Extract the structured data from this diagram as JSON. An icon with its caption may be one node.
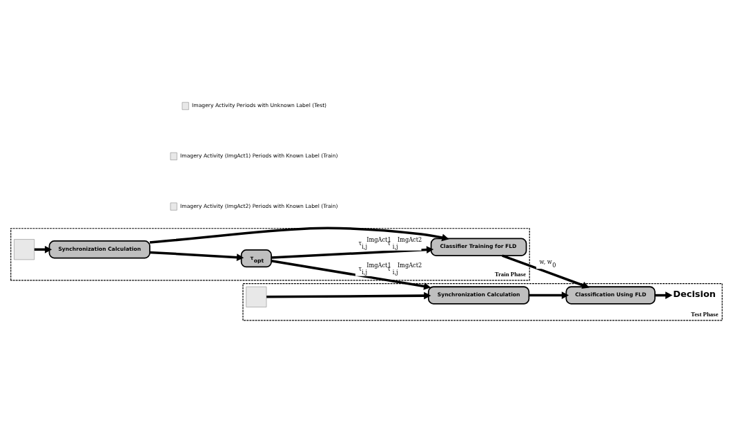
{
  "diagram": {
    "nodes": [
      {
        "text": [
          "Train Phase"
        ]
      },
      {
        "text": [],
        "shape": "box",
        "in": 0
      },
      {
        "text": [
          "Synchronization Calculation"
        ],
        "in": 0
      },
      {
        "text": [
          "τ$_{opt}$"
        ],
        "in": 0
      },
      {
        "text": [
          "Classifier Training for FLD"
        ],
        "in": 0
      },
      {
        "text": [
          "Test Phase"
        ]
      },
      {
        "text": [],
        "shape": "box",
        "in": 5
      },
      {
        "text": [
          "Synchronization Calculation"
        ],
        "in": 5
      },
      {
        "text": [
          "Classification Using FLD"
        ],
        "in": 5
      },
      {
        "text": [
          "Decision"
        ],
        "in": 5
      }
    ],
    "edges": [
      {
        "from": 1,
        "to": 2,
        "arrow": "to"
      },
      {
        "from": 2,
        "to": 3,
        "arrow": "to"
      },
      {
        "from": 3,
        "to": 4,
        "arrow": "to",
        "label": "τ$_{i,j}$$^{ImgAct1}$ τ$_{i,j}$$^{ImgAct2}$"
      },
      {
        "from": 2,
        "to": 4,
        "arrow": "to"
      },
      {
        "from": 3,
        "to": 7,
        "arrow": "to",
        "label": "τ$_{i,j}$$^{ImgAct1}$ τ$_{i,j}$$^{ImgAct2}$"
      },
      {
        "from": 4,
        "to": 8,
        "arrow": "to",
        "label": "w, w$_{0}$"
      },
      {
        "from": 6,
        "to": 7,
        "arrow": "to"
      },
      {
        "from": 7,
        "to": 8,
        "arrow": "to"
      },
      {
        "from": 8,
        "to": 9,
        "arrow": "to"
      }
    ],
    "legend": [
      {
        "text": "Imagery Activity Periods with Unknown Label (Test)"
      },
      {
        "text": "Imagery Activity (ImgAct1) Periods with Known Label (Train)"
      },
      {
        "text": "Imagery Activity (ImgAct2) Periods with Known Label (Train)"
      }
    ]
  }
}
